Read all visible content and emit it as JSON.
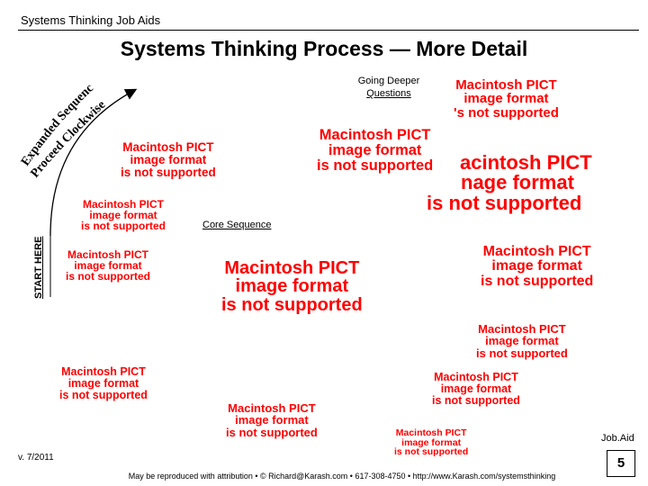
{
  "header": {
    "left": "Systems Thinking Job Aids"
  },
  "title": "Systems Thinking Process — More Detail",
  "arc_label": {
    "line1": "Expanded Sequence:",
    "line2": "Proceed Clockwise…"
  },
  "start_here": "START HERE",
  "going_deeper": {
    "line1": "Going Deeper",
    "line2": "Questions"
  },
  "core_sequence": "Core Sequence",
  "placeholder": {
    "line1": "Macintosh PICT",
    "line2": "image format",
    "line3": "is not supported",
    "line1_cropped": "acintosh PICT",
    "line2_cropped": "nage format",
    "line3_cropped": "'s not supported"
  },
  "version": "v. 7/2011",
  "job_aid": "Job.Aid",
  "page_number": "5",
  "footer": "May be reproduced with attribution • © Richard@Karash.com • 617-308-4750 • http://www.Karash.com/systemsthinking",
  "colors": {
    "placeholder_text": "#ff0000"
  }
}
